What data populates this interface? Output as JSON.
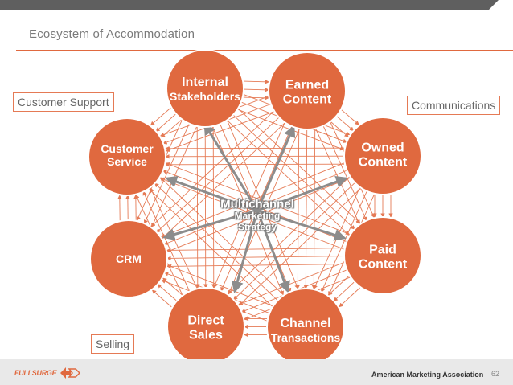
{
  "slide": {
    "title": "Ecosystem of Accommodation",
    "page_number": "62"
  },
  "labels": {
    "customer_support": "Customer Support",
    "communications": "Communications",
    "selling": "Selling"
  },
  "center": {
    "line1": "Multichannel",
    "line2": "Marketing",
    "line3": "Strategy"
  },
  "nodes": {
    "internal": [
      "Internal",
      "Stakeholders"
    ],
    "earned": [
      "Earned",
      "Content"
    ],
    "owned": [
      "Owned",
      "Content"
    ],
    "paid": [
      "Paid",
      "Content"
    ],
    "channel": [
      "Channel",
      "Transactions"
    ],
    "direct": [
      "Direct",
      "Sales"
    ],
    "crm": [
      "CRM"
    ],
    "service": [
      "Customer",
      "Service"
    ]
  },
  "footer": {
    "logo_text": "FULLSURGE",
    "organization": "American Marketing Association"
  },
  "colors": {
    "node_fill": "#e0693f",
    "node_stroke": "#ffffff",
    "connector": "#e57a55",
    "arrow": "#8c8c8c",
    "top_bar": "#5f5f5f",
    "footer_bg": "#e9e9e9"
  },
  "icons": {
    "logo": "fullsurge-logo-icon"
  }
}
